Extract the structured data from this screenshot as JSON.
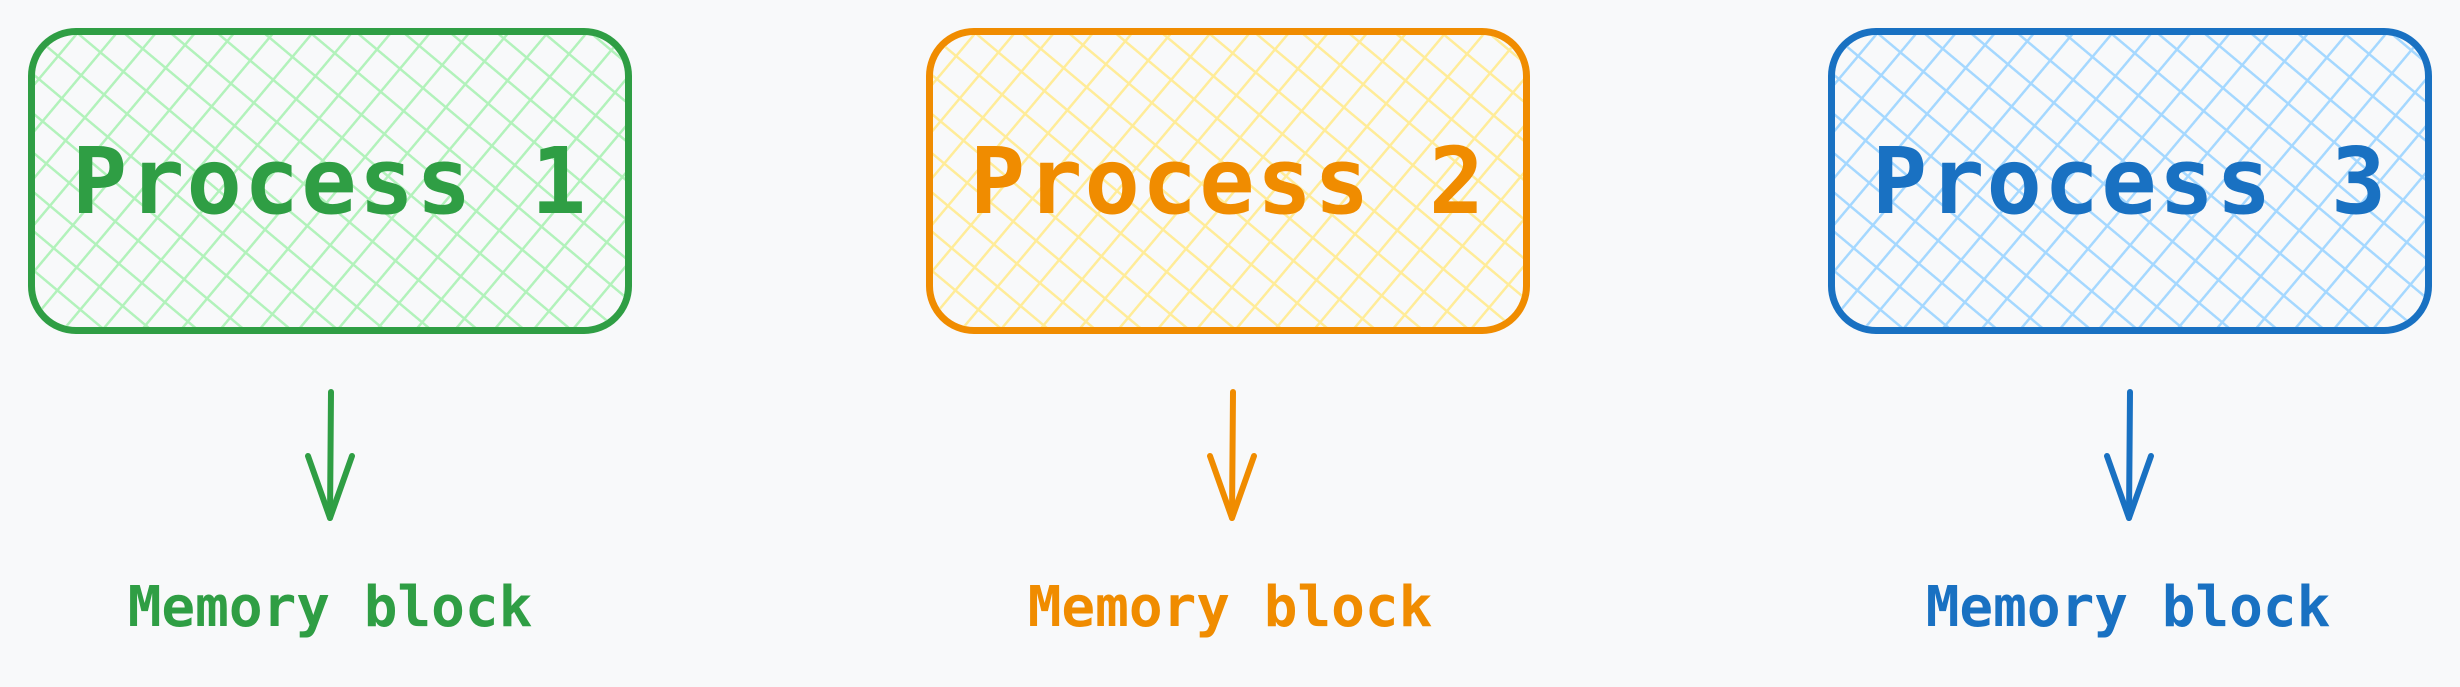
{
  "processes": [
    {
      "label": "Process 1",
      "target": "Memory block",
      "stroke": "#2f9e44",
      "fill": "#b2f2bb"
    },
    {
      "label": "Process 2",
      "target": "Memory block",
      "stroke": "#f08c00",
      "fill": "#ffec99"
    },
    {
      "label": "Process 3",
      "target": "Memory block",
      "stroke": "#1971c2",
      "fill": "#a5d8ff"
    }
  ]
}
